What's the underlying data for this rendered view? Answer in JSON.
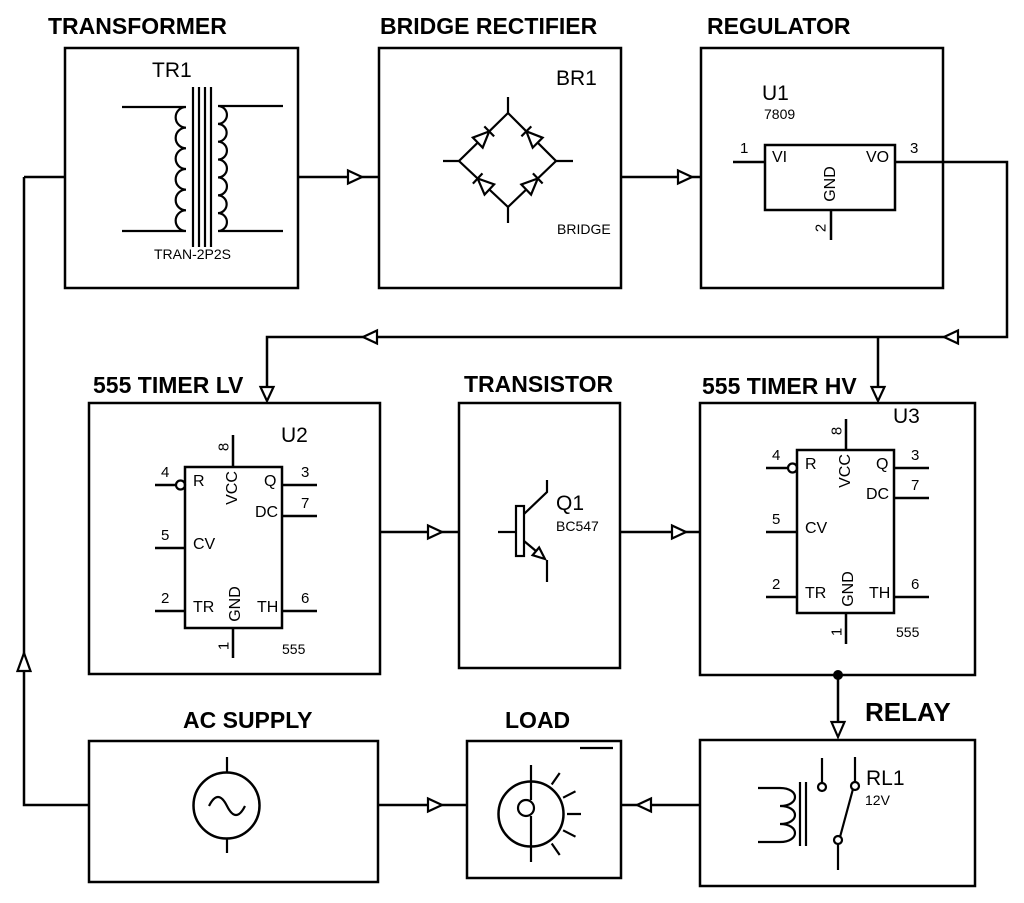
{
  "colors": {
    "background": "#ffffff",
    "line": "#000000",
    "text": "#000000"
  },
  "blocks": {
    "transformer": {
      "title": "TRANSFORMER",
      "ref": "TR1",
      "part": "TRAN-2P2S"
    },
    "bridge_rectifier": {
      "title": "BRIDGE RECTIFIER",
      "ref": "BR1",
      "part": "BRIDGE"
    },
    "regulator": {
      "title": "REGULATOR",
      "ref": "U1",
      "part": "7809",
      "pins": {
        "vi": "VI",
        "vo": "VO",
        "gnd": "GND",
        "n1": "1",
        "n2": "2",
        "n3": "3"
      }
    },
    "timer_lv": {
      "title": "555 TIMER LV",
      "ref": "U2",
      "part": "555"
    },
    "transistor": {
      "title": "TRANSISTOR",
      "ref": "Q1",
      "part": "BC547"
    },
    "timer_hv": {
      "title": "555 TIMER HV",
      "ref": "U3",
      "part": "555"
    },
    "ac_supply": {
      "title": "AC SUPPLY"
    },
    "load": {
      "title": "LOAD"
    },
    "relay": {
      "title": "RELAY",
      "ref": "RL1",
      "part": "12V"
    }
  },
  "timer_pins": {
    "r": "R",
    "cv": "CV",
    "tr": "TR",
    "q": "Q",
    "dc": "DC",
    "th": "TH",
    "vcc": "VCC",
    "gnd": "GND",
    "n1": "1",
    "n2": "2",
    "n3": "3",
    "n4": "4",
    "n5": "5",
    "n6": "6",
    "n7": "7",
    "n8": "8"
  }
}
